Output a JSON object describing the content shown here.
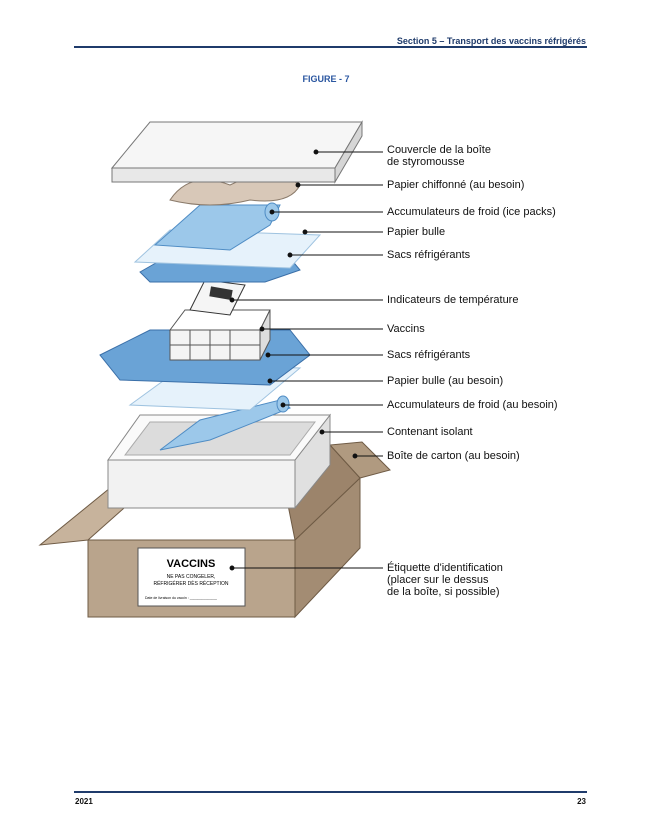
{
  "header": {
    "section": "Section 5 – Transport des vaccins réfrigérés"
  },
  "figure": {
    "title": "FIGURE - 7",
    "labels": [
      "Couvercle de la boîte\nde styromousse",
      "Papier chiffonné (au besoin)",
      "Accumulateurs de froid (ice packs)",
      "Papier bulle",
      "Sacs réfrigérants",
      "Indicateurs de température",
      "Vaccins",
      "Sacs réfrigérants",
      "Papier bulle (au besoin)",
      "Accumulateurs de froid (au besoin)",
      "Contenant isolant",
      "Boîte de carton (au besoin)",
      "Étiquette d'identification\n(placer sur le dessus\nde la boîte, si possible)"
    ],
    "box_label": {
      "title": "VACCINS",
      "line1": "NE PAS CONGELER,",
      "line2": "RÉFRIGÉRER DÈS RÉCEPTION",
      "line3": "Date de livraison du vaccin : ______________"
    }
  },
  "footer": {
    "year": "2021",
    "page": "23"
  }
}
